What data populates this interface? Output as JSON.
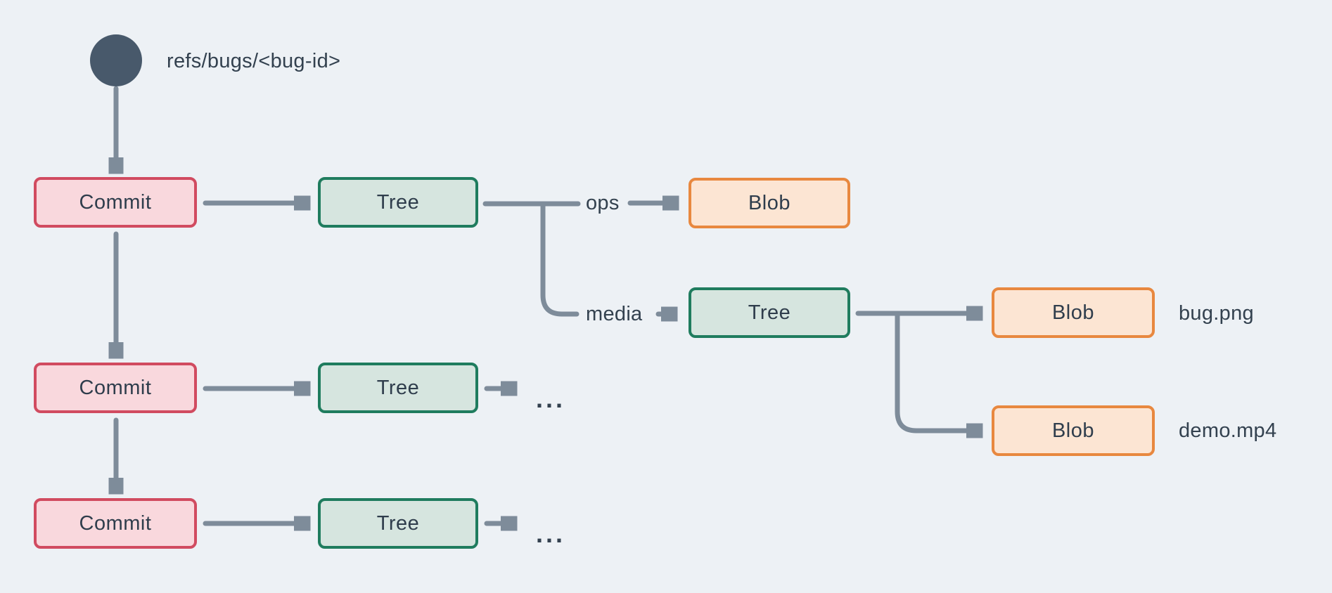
{
  "palette": {
    "background": "#edf1f5",
    "connector": "#7e8c9a",
    "text": "#33414f",
    "ref_circle_fill": "#48596b",
    "commit_fill": "#f9d8dd",
    "commit_border": "#d14b60",
    "tree_fill": "#d6e5df",
    "tree_border": "#1f7c5e",
    "blob_fill": "#fce5d3",
    "blob_border": "#e8883f"
  },
  "diagram": {
    "ref": {
      "label": "refs/bugs/<bug-id>"
    },
    "nodes": {
      "commit1": {
        "label": "Commit"
      },
      "commit2": {
        "label": "Commit"
      },
      "commit3": {
        "label": "Commit"
      },
      "tree1": {
        "label": "Tree"
      },
      "tree_row2": {
        "label": "Tree"
      },
      "tree_row3": {
        "label": "Tree"
      },
      "tree_media": {
        "label": "Tree"
      },
      "blob_ops": {
        "label": "Blob"
      },
      "blob_bug": {
        "label": "Blob"
      },
      "blob_demo": {
        "label": "Blob"
      }
    },
    "edge_labels": {
      "ops": "ops",
      "media": "media"
    },
    "file_labels": {
      "bug": "bug.png",
      "demo": "demo.mp4"
    },
    "ellipsis": "..."
  }
}
